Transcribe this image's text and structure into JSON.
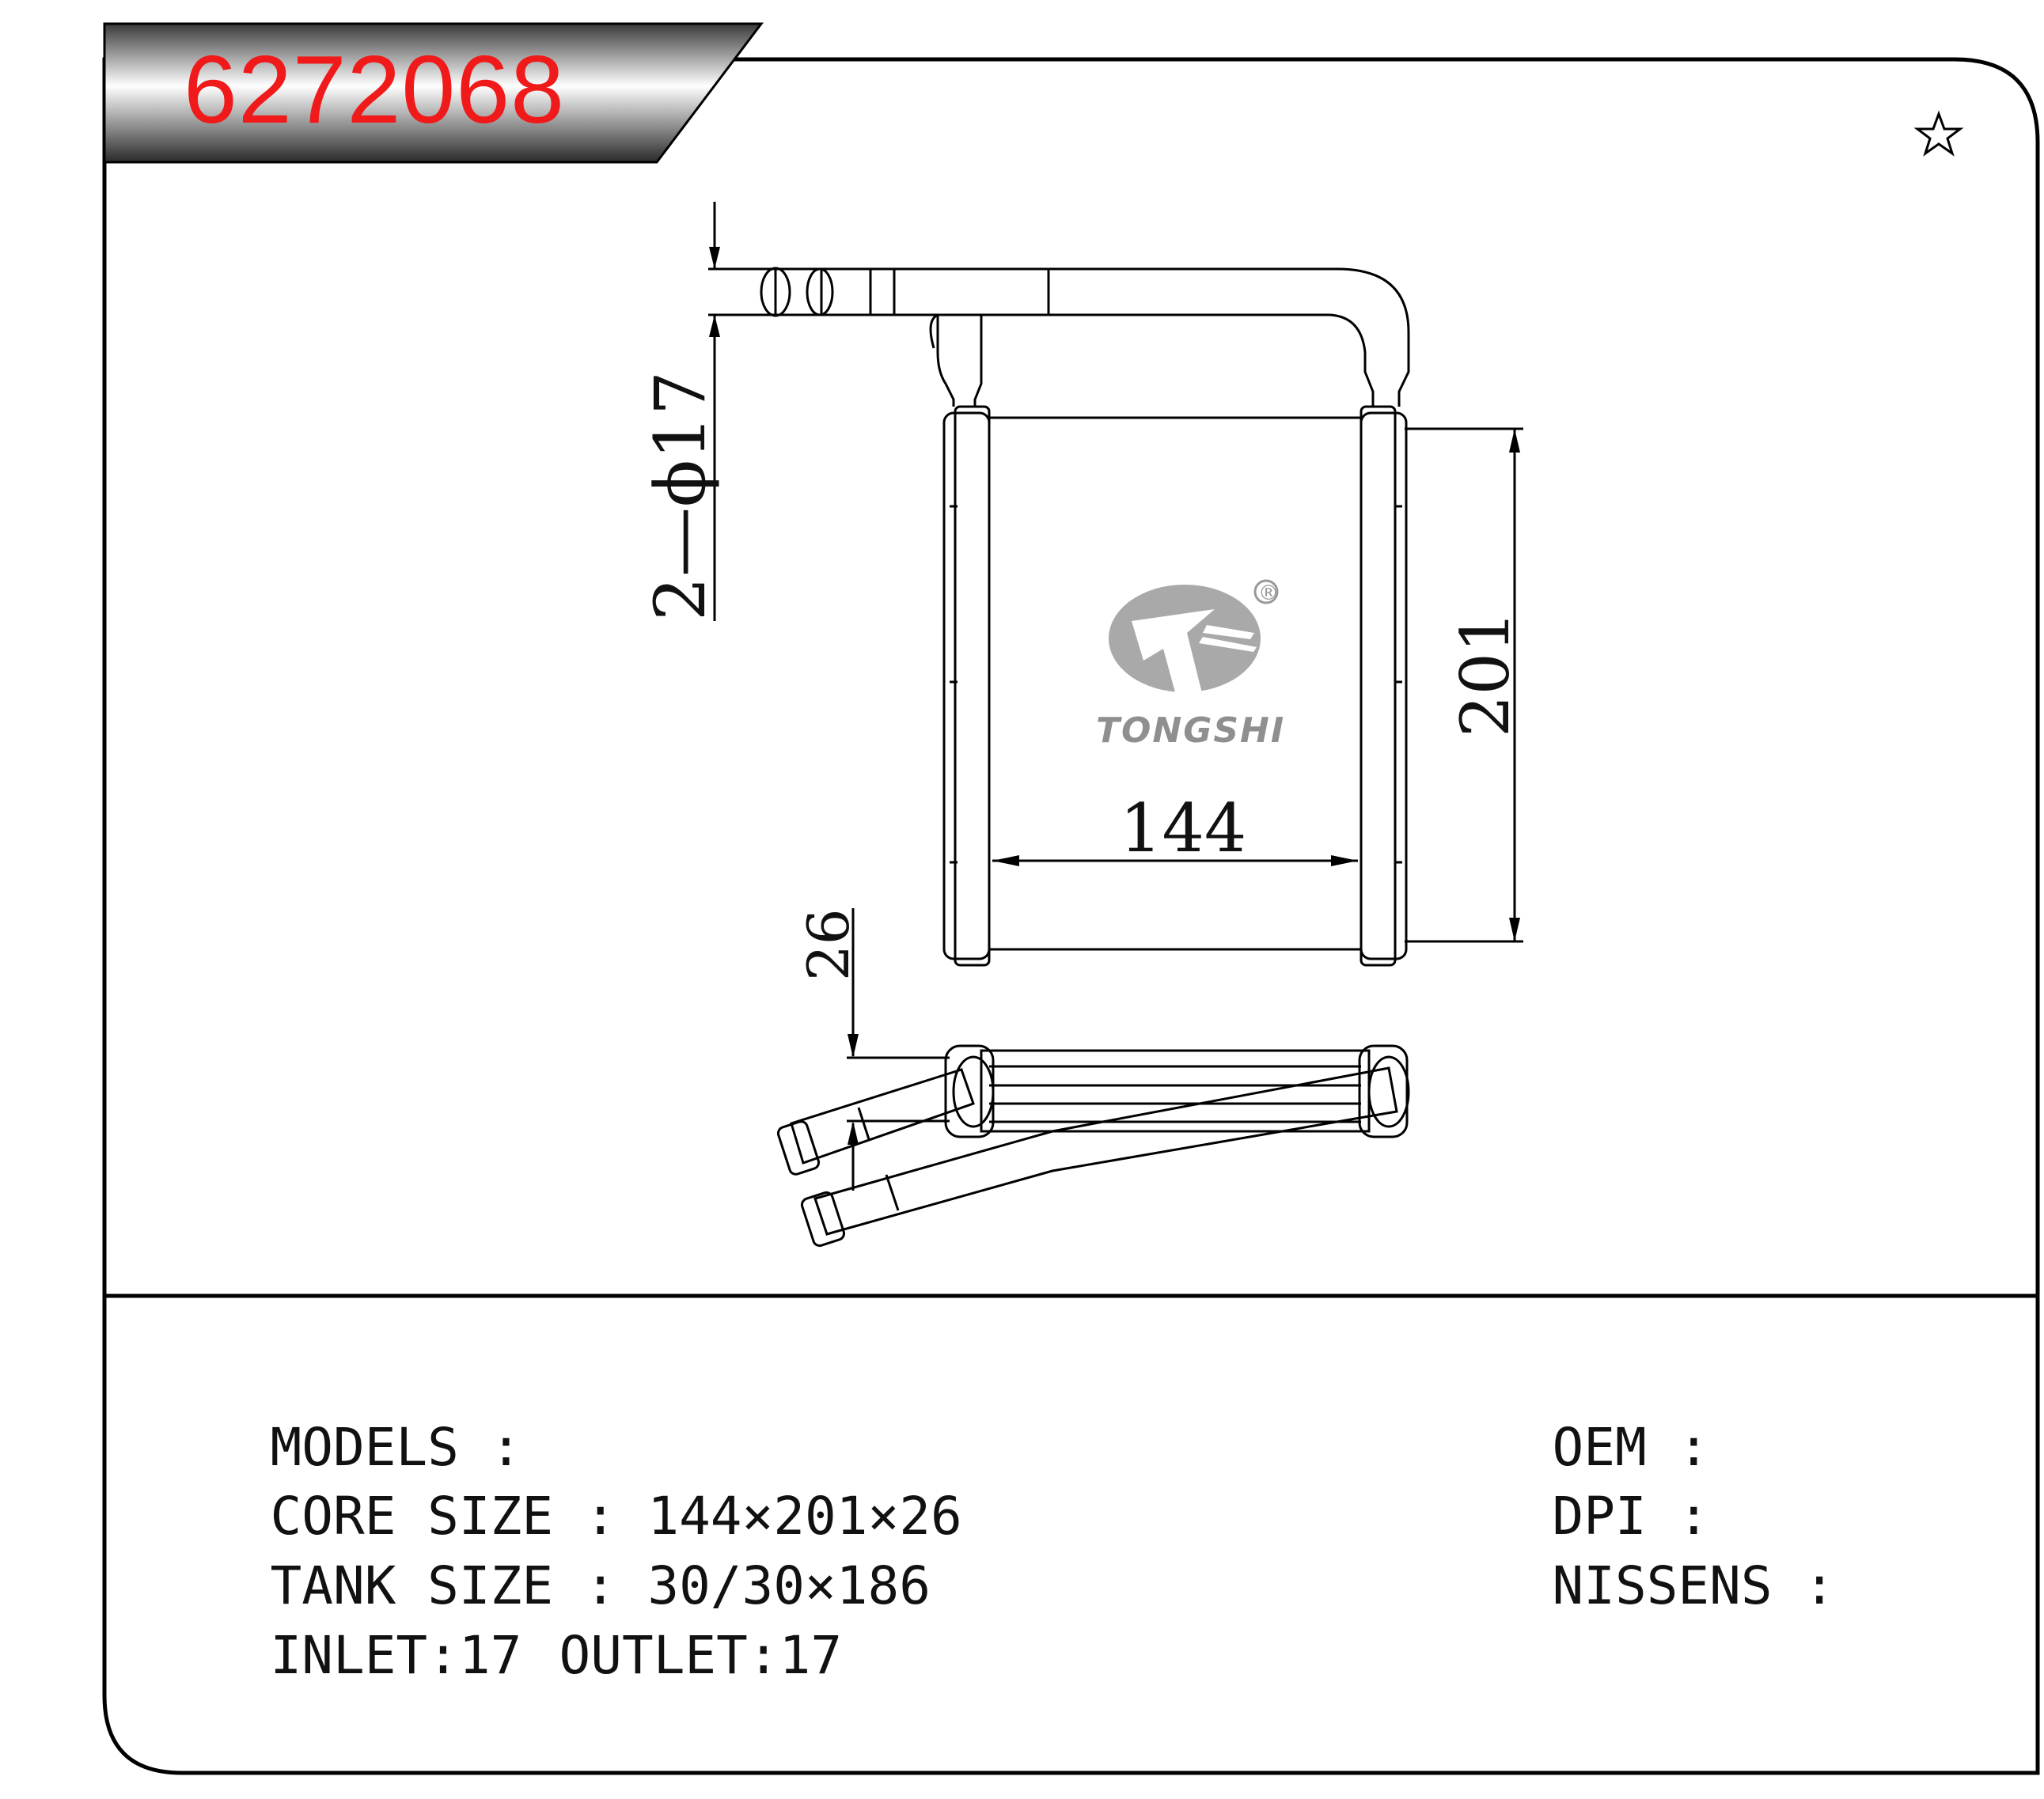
{
  "header": {
    "part_number": "6272068",
    "part_number_color": "#f01a1a"
  },
  "drawing": {
    "brand": "TONGSHI",
    "registered_mark": "®",
    "dims": {
      "pipe": "2—ϕ17",
      "height": "201",
      "width": "144",
      "depth": "26"
    },
    "star_icon": "star-outline-icon"
  },
  "specs": {
    "models": {
      "label": "MODELS",
      "sep": " :",
      "value": ""
    },
    "core_size": {
      "label": "CORE SIZE",
      "sep": " : ",
      "value": "144×201×26"
    },
    "tank_size": {
      "label": "TANK SIZE",
      "sep": " : ",
      "value": "30/30×186"
    },
    "inlet": {
      "label": "INLET:",
      "value": "17"
    },
    "outlet": {
      "label": "OUTLET:",
      "value": "17"
    },
    "oem": {
      "label": "OEM",
      "sep": " :",
      "value": ""
    },
    "dpi": {
      "label": "DPI",
      "sep": " :",
      "value": ""
    },
    "nissens": {
      "label": "NISSENS",
      "sep": " :",
      "value": ""
    }
  }
}
